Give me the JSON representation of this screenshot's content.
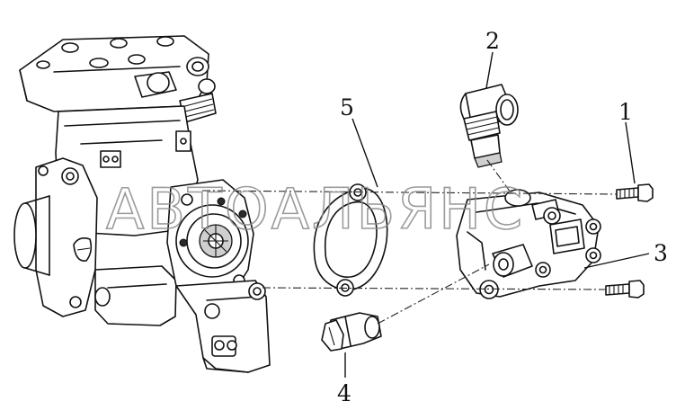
{
  "callouts": {
    "c1": "1",
    "c2": "2",
    "c3": "3",
    "c4": "4",
    "c5": "5"
  },
  "watermark": "АВТОАЛЬЯНС"
}
